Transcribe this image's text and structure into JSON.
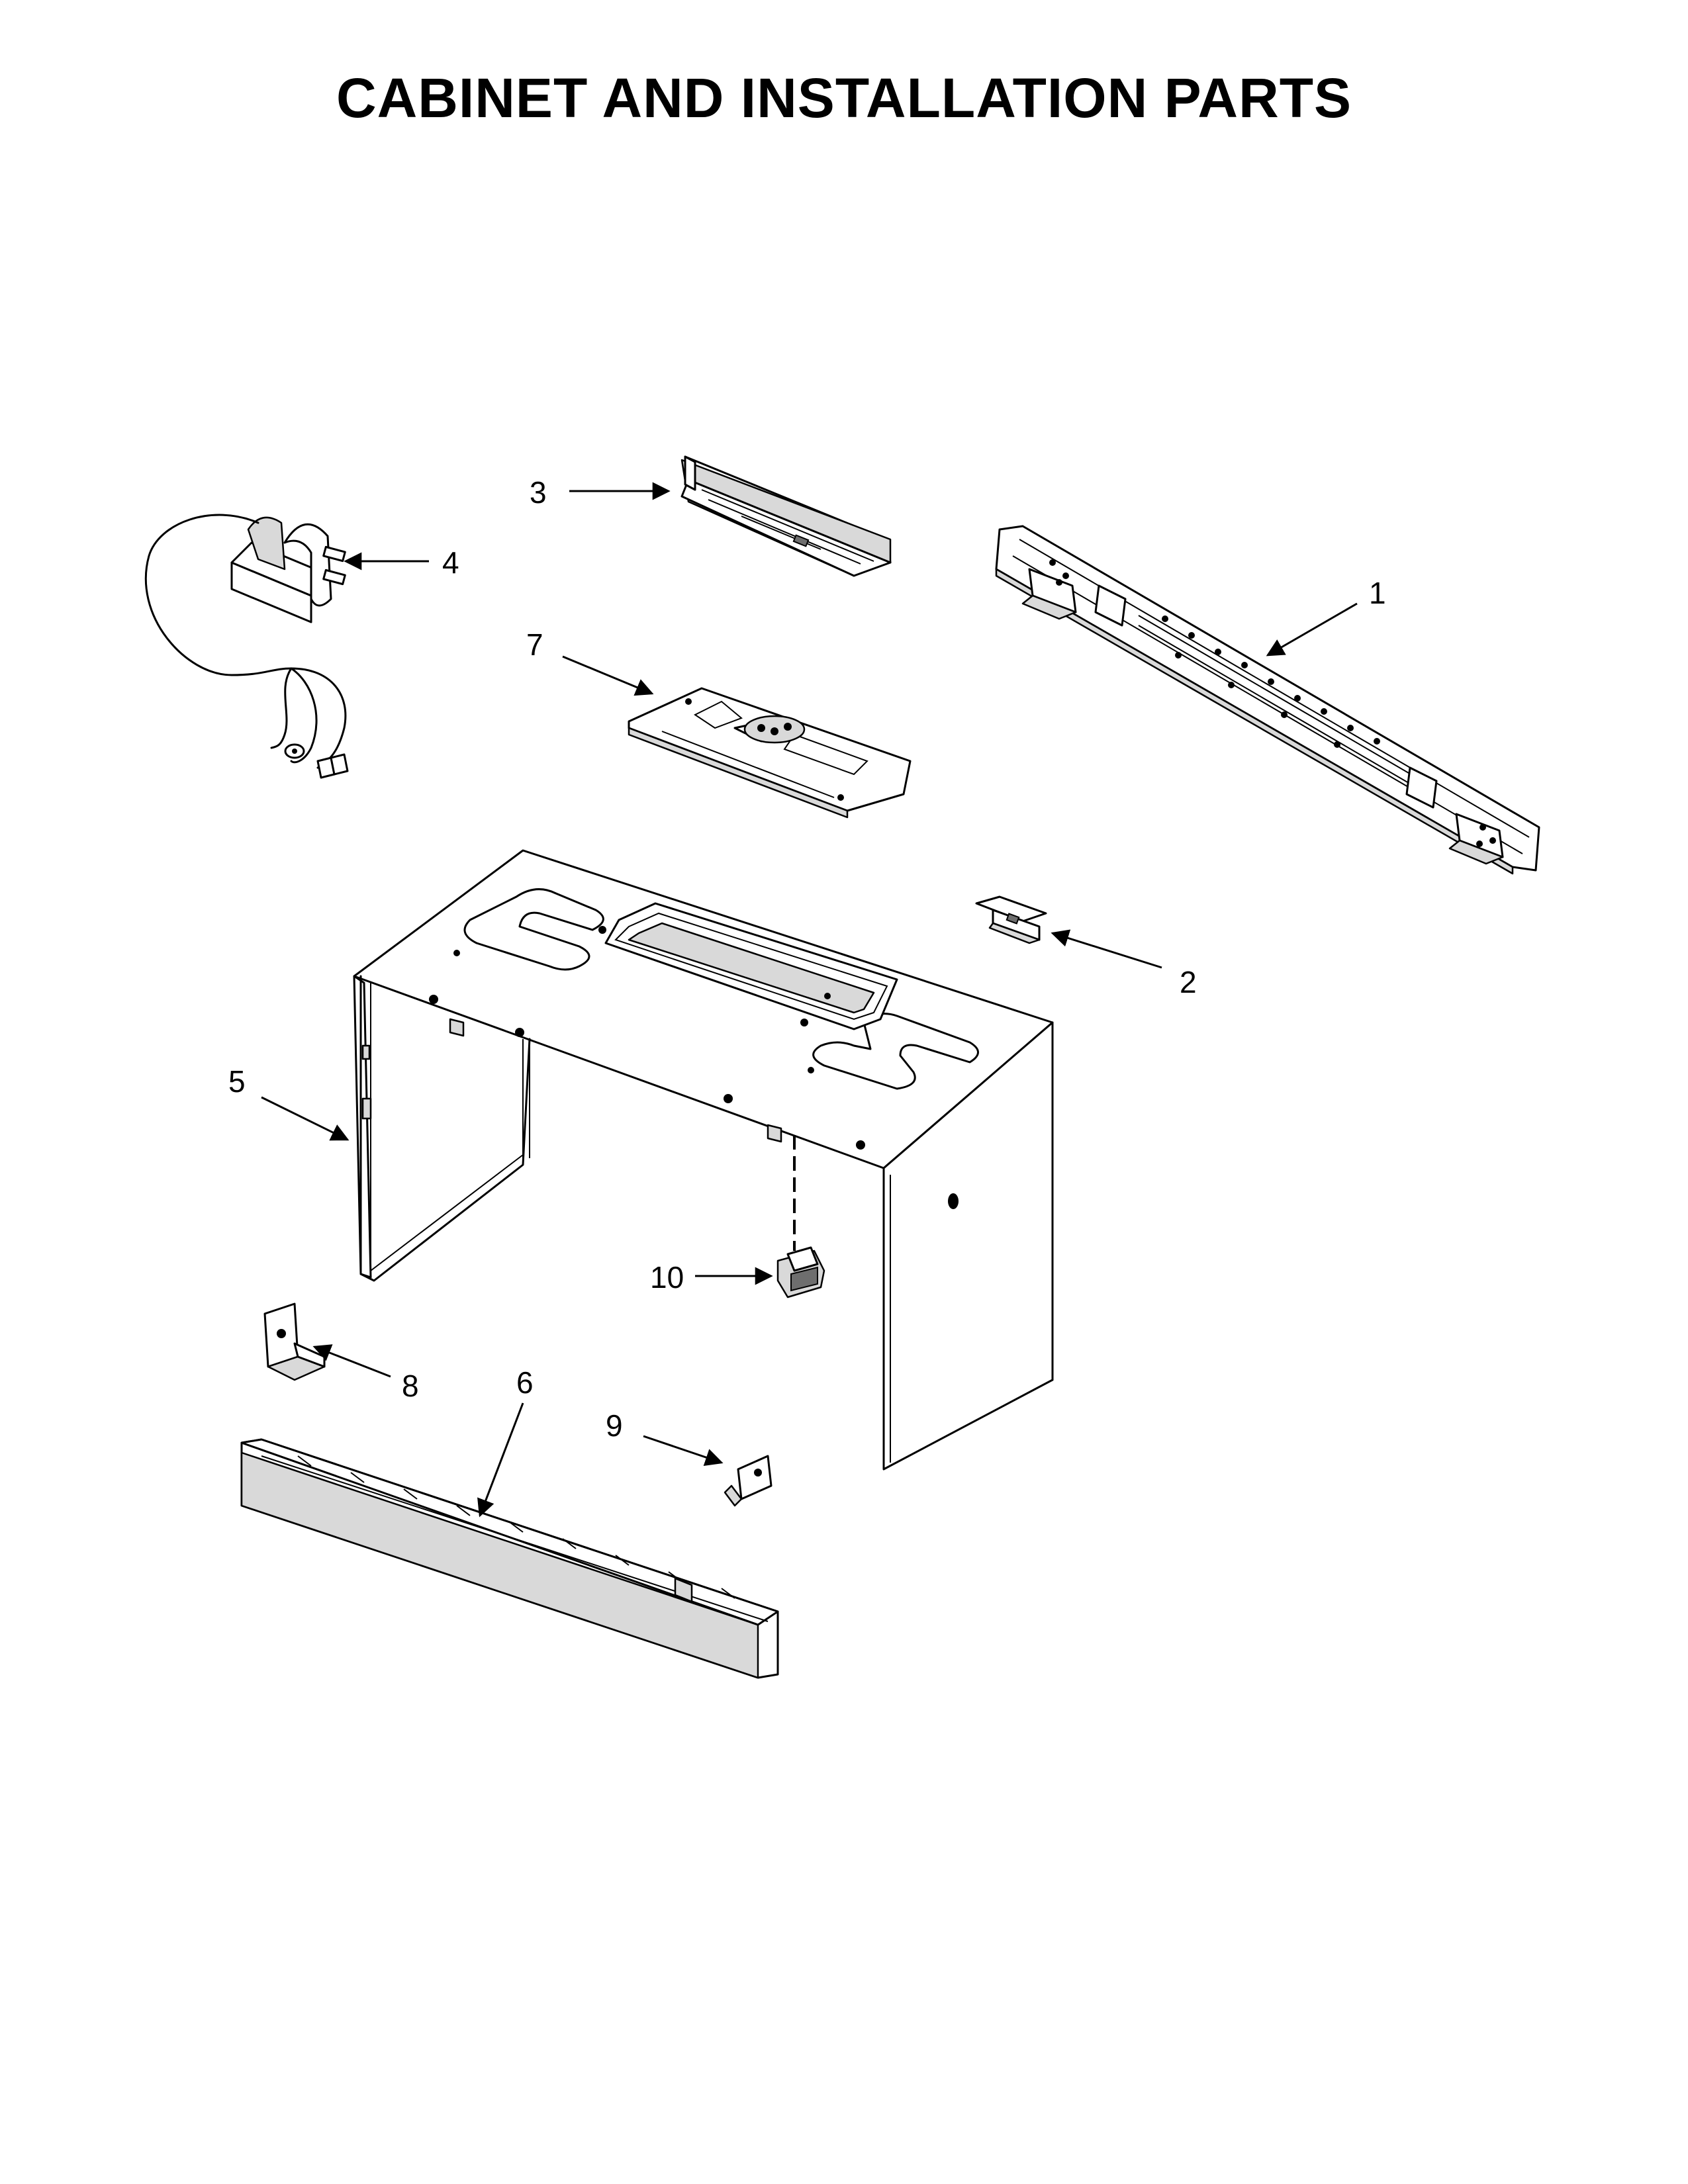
{
  "title": "CABINET AND INSTALLATION PARTS",
  "callouts": {
    "c1": "1",
    "c2": "2",
    "c3": "3",
    "c4": "4",
    "c5": "5",
    "c6": "6",
    "c7": "7",
    "c8": "8",
    "c9": "9",
    "c10": "10"
  }
}
